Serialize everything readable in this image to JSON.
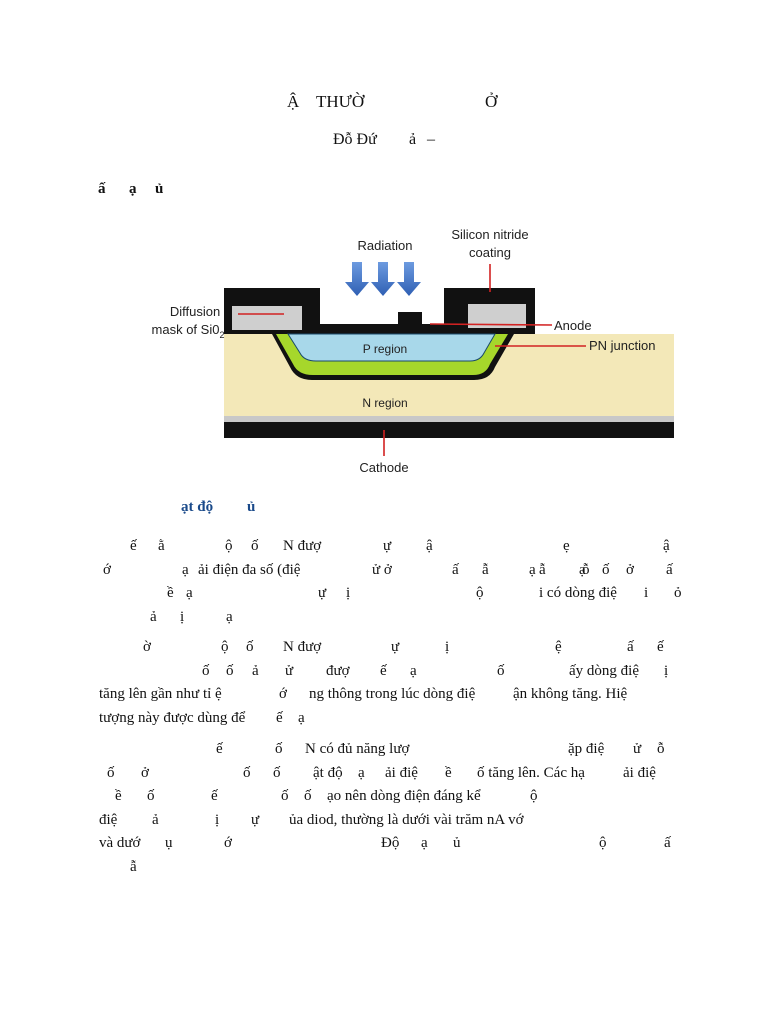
{
  "document": {
    "title_parts": [
      "Ậ",
      "THƯỜ",
      "Ở"
    ],
    "author_parts": [
      "Đỗ Đứ",
      "ả",
      "–"
    ],
    "heading1_parts": [
      "ấ",
      "ạ",
      "ủ"
    ],
    "heading2_parts": [
      "ạt độ",
      "ủ"
    ]
  },
  "diagram": {
    "labels": {
      "radiation": "Radiation",
      "coating_line1": "Silicon nitride",
      "coating_line2": "coating",
      "mask_line1": "Diffusion",
      "mask_line2": "mask of Si0",
      "mask_subscript": "2",
      "anode": "Anode",
      "p_region": "P region",
      "pn_junction": "PN junction",
      "n_region": "N region",
      "cathode": "Cathode"
    },
    "colors": {
      "arrow": "#3b6cc0",
      "p_region": "#a8d8ea",
      "junction": "#a6d72b",
      "n_region": "#f3e8b8",
      "coating": "#111111",
      "mask": "#cfcfcf",
      "annotation": "#d22222"
    }
  },
  "paragraphs": {
    "p1": [
      [
        "ế",
        "ằ",
        "ộ",
        "ố",
        "N đượ",
        "ự",
        "ậ",
        "ẹ",
        "ậ"
      ],
      [
        "ớ",
        "ạ",
        "ải điện đa số (điệ",
        "ử ở",
        "ấ",
        "ẫ",
        "ạ",
        "ỗ",
        "ố",
        "ở",
        "ấ",
        "ẫ",
        "ạ"
      ],
      [
        "ề",
        "ạ",
        "ự",
        "ị",
        "ộ",
        "i có dòng điệ",
        "i",
        "ỏ"
      ],
      [
        "ả",
        "ị",
        "ạ"
      ]
    ],
    "p2": [
      [
        "ờ",
        "ộ",
        "ố",
        "N đượ",
        "ự",
        "ị",
        "ệ",
        "ấ",
        "ế"
      ],
      [
        "ố",
        "ố",
        "ả",
        "ử",
        "đượ",
        "ế",
        "ạ",
        "ố",
        "ấy dòng điệ",
        "ị"
      ],
      [
        "tăng lên gần như tỉ ệ",
        "ớ",
        "ng thông trong lúc dòng điệ",
        "ận không tăng. Hiệ"
      ],
      [
        "tượng này được dùng để",
        "ế",
        "ạ"
      ]
    ],
    "p3": [
      [
        "ế",
        "ố",
        "N có đủ năng lượ",
        "ặp điệ",
        "ử",
        "ỗ"
      ],
      [
        "ố",
        "ở",
        "ố",
        "ố",
        "ật độ",
        "ạ",
        "ải điệ",
        "ề",
        "ố tăng lên. Các hạ",
        "ải điệ"
      ],
      [
        "ề",
        "ố",
        "ế",
        "ố",
        "ố",
        "ạo nên dòng điện đáng kể",
        "ộ"
      ],
      [
        "điệ",
        "ả",
        "ị",
        "ự",
        "ủa diod, thường là dưới vài trăm nA vớ"
      ],
      [
        "và dướ",
        "ụ",
        "ớ",
        "Độ",
        "ạ",
        "ủ",
        "ộ",
        "ấ"
      ],
      [
        "ẫ"
      ]
    ]
  }
}
